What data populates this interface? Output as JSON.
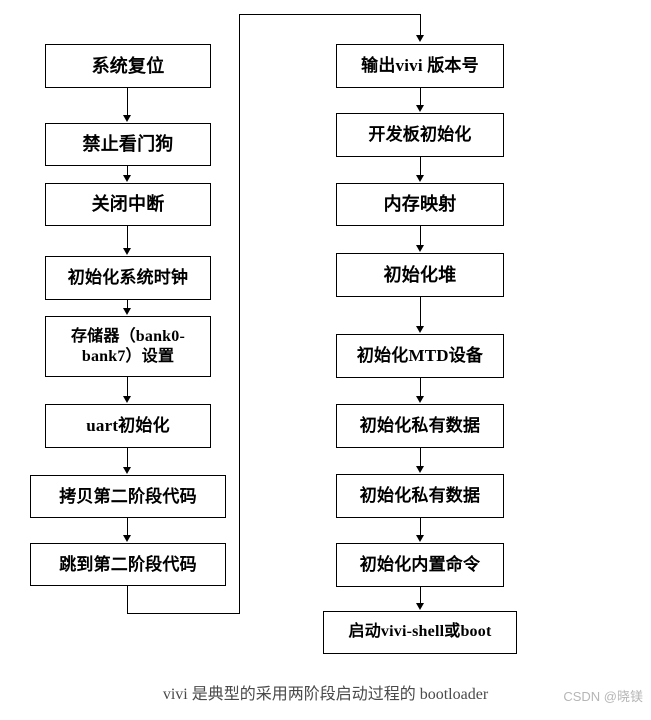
{
  "diagram": {
    "caption": "vivi 是典型的采用两阶段启动过程的 bootloader",
    "watermark": "CSDN @晓镁",
    "left_column": [
      {
        "label": "系统复位",
        "font_size": 18
      },
      {
        "label": "禁止看门狗",
        "font_size": 18
      },
      {
        "label": "关闭中断",
        "font_size": 18
      },
      {
        "label": "初始化系统时钟",
        "font_size": 17
      },
      {
        "label": "存储器（bank0-bank7）设置",
        "font_size": 16
      },
      {
        "label": "uart初始化",
        "font_size": 17
      },
      {
        "label": "拷贝第二阶段代码",
        "font_size": 17
      },
      {
        "label": "跳到第二阶段代码",
        "font_size": 17
      }
    ],
    "right_column": [
      {
        "label": "输出vivi 版本号",
        "font_size": 17
      },
      {
        "label": "开发板初始化",
        "font_size": 17
      },
      {
        "label": "内存映射",
        "font_size": 18
      },
      {
        "label": "初始化堆",
        "font_size": 18
      },
      {
        "label": "初始化MTD设备",
        "font_size": 17
      },
      {
        "label": "初始化私有数据",
        "font_size": 17
      },
      {
        "label": "初始化私有数据",
        "font_size": 17
      },
      {
        "label": "初始化内置命令",
        "font_size": 17
      },
      {
        "label": "启动vivi-shell或boot",
        "font_size": 16
      }
    ]
  }
}
